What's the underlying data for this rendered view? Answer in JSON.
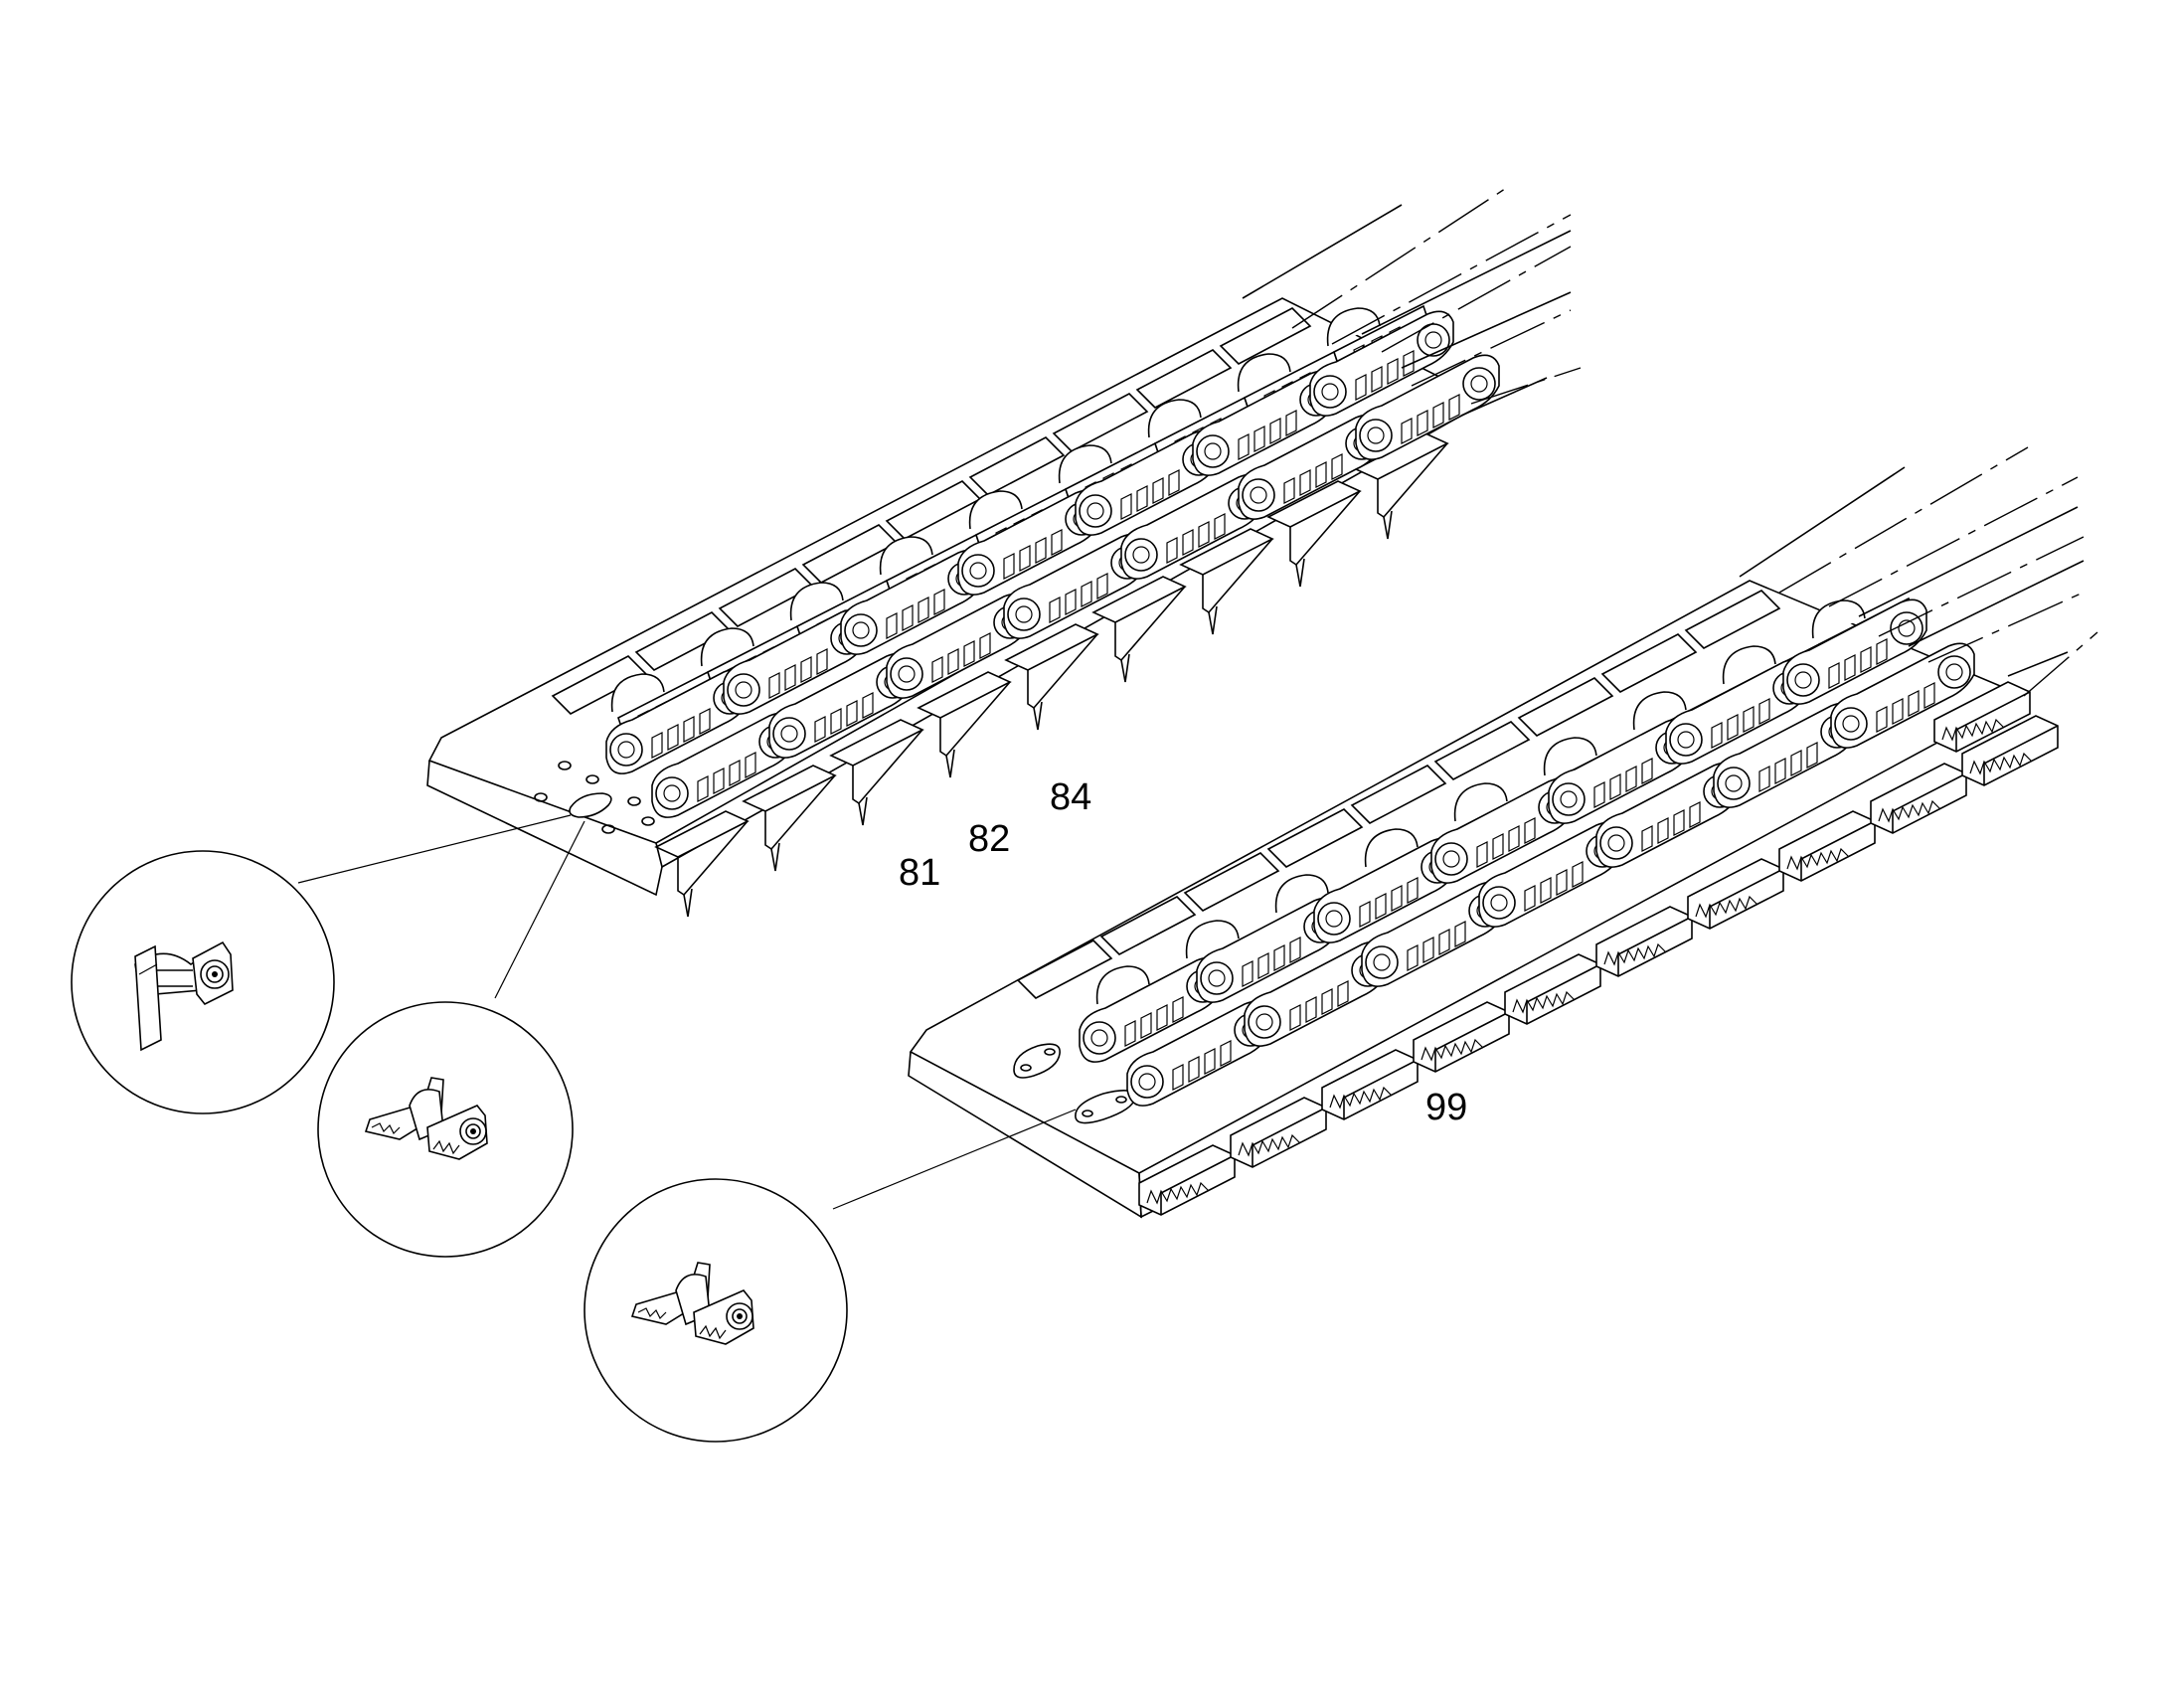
{
  "figure": {
    "reference_labels": {
      "label_81": "81",
      "label_82": "82",
      "label_84": "84",
      "label_99": "99"
    },
    "line_color": "#000000",
    "background_color": "#ffffff"
  }
}
